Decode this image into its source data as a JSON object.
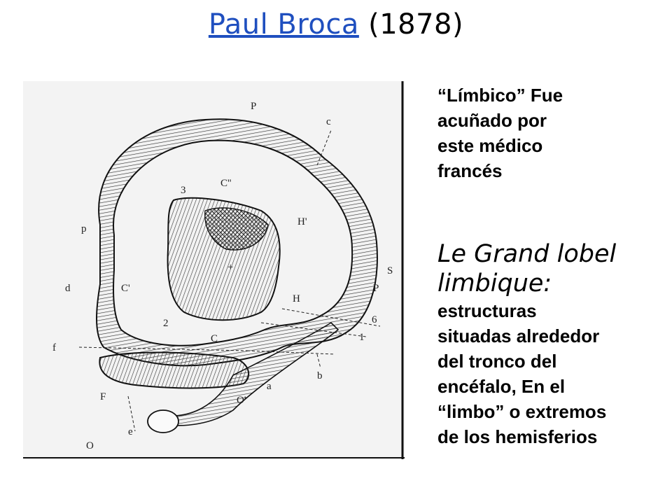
{
  "title": {
    "link_text": "Paul Broca",
    "rest_text": "(1878)"
  },
  "note": {
    "lines": [
      "“Límbico” Fue",
      "acuñado por",
      "este médico",
      "francés"
    ]
  },
  "definition": {
    "title_lines": [
      "Le Grand lobel",
      "limbique:"
    ],
    "body_lines": [
      "estructuras",
      "situadas alrededor",
      "del tronco del",
      "encéfalo, En el",
      "“limbo” o extremos",
      "de los hemisferios"
    ]
  },
  "figure": {
    "labels": {
      "P_top": "P",
      "c_top": "c",
      "three": "3",
      "C_dbl": "C''",
      "p_left": "p",
      "H_prime": "H'",
      "d": "d",
      "C_prime": "C'",
      "plus": "+",
      "P_right": "P",
      "S": "S",
      "H": "H",
      "two": "2",
      "C": "C",
      "six": "6",
      "f": "f",
      "one": "1",
      "a": "a",
      "b": "b",
      "F": "F",
      "O_prime": "O'",
      "e": "e",
      "O": "O"
    }
  }
}
